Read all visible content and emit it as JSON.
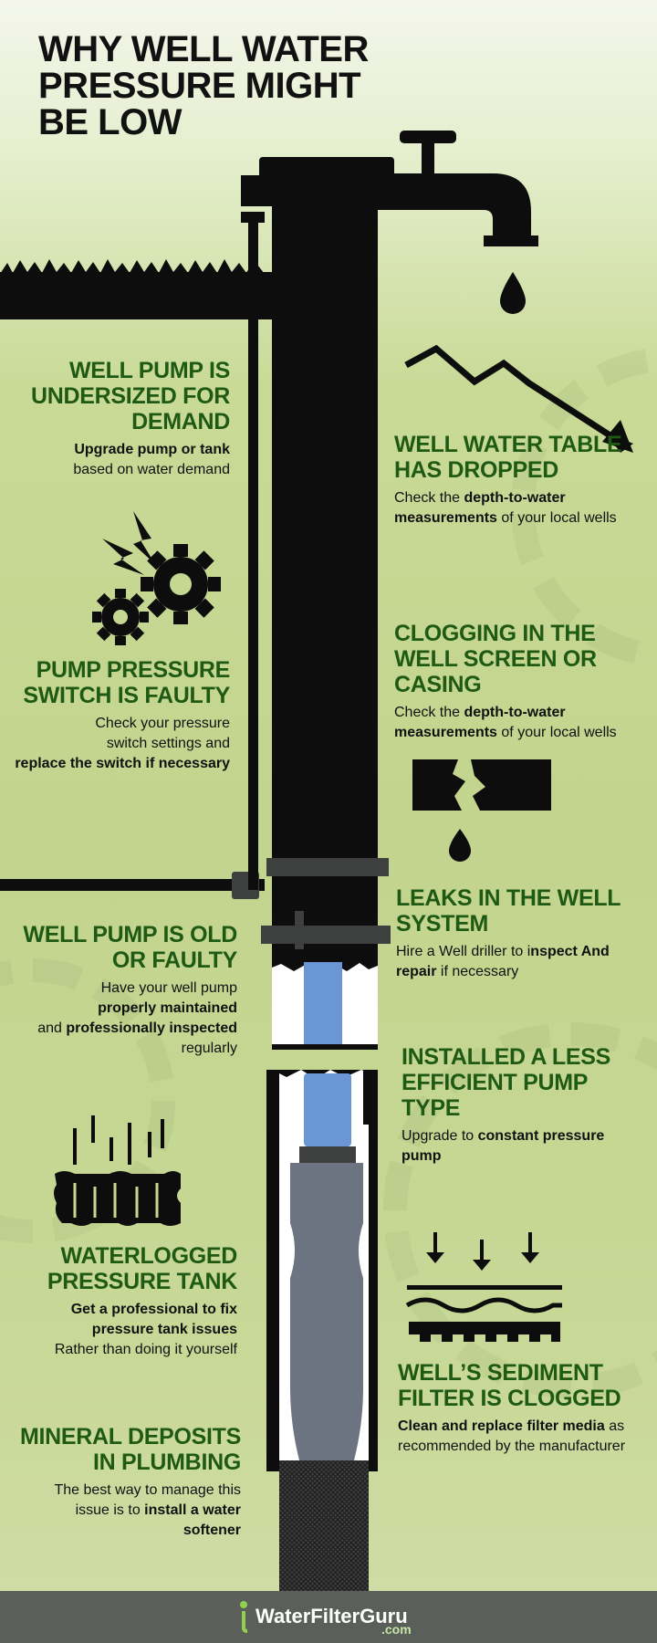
{
  "title": "WHY WELL WATER PRESSURE MIGHT BE LOW",
  "causes": [
    {
      "heading": "WELL PUMP IS UNDERSIZED FOR DEMAND",
      "desc_html": "<b>Upgrade pump or tank</b><br>based on water demand"
    },
    {
      "heading": "WELL WATER TABLE HAS DROPPED",
      "desc_html": "Check the <b>depth-to-water measurements</b> of your local wells"
    },
    {
      "heading": "PUMP PRESSURE SWITCH IS FAULTY",
      "desc_html": "Check your pressure<br>switch settings and<br><b>replace the switch if necessary</b>"
    },
    {
      "heading": "CLOGGING IN THE WELL SCREEN OR CASING",
      "desc_html": "Check the <b>depth-to-water measurements</b> of your local wells"
    },
    {
      "heading": "LEAKS IN THE WELL SYSTEM",
      "desc_html": "Hire a Well driller to i<b>nspect And repair</b> if necessary"
    },
    {
      "heading": "WELL PUMP IS OLD OR FAULTY",
      "desc_html": "Have your well pump<br><b>properly maintained</b><br>and <b>professionally inspected</b> regularly"
    },
    {
      "heading": "INSTALLED A LESS EFFICIENT PUMP TYPE",
      "desc_html": "Upgrade to <b>constant pressure pump</b>"
    },
    {
      "heading": "WATERLOGGED PRESSURE TANK",
      "desc_html": "<b>Get a professional to fix pressure tank issues</b><br>Rather than doing it yourself"
    },
    {
      "heading": "WELL’S SEDIMENT FILTER IS CLOGGED",
      "desc_html": "<b>Clean and replace filter media</b> as recommended by the manufacturer"
    },
    {
      "heading": "MINERAL DEPOSITS IN PLUMBING",
      "desc_html": "The best way to manage this issue is to <b>install a water softener</b>"
    }
  ],
  "footer": {
    "logo_text": "WaterFilterGuru",
    "logo_sub": ".com"
  },
  "colors": {
    "heading": "#1f5a14",
    "background": "#c6d792",
    "footer": "#5b5f5a"
  }
}
